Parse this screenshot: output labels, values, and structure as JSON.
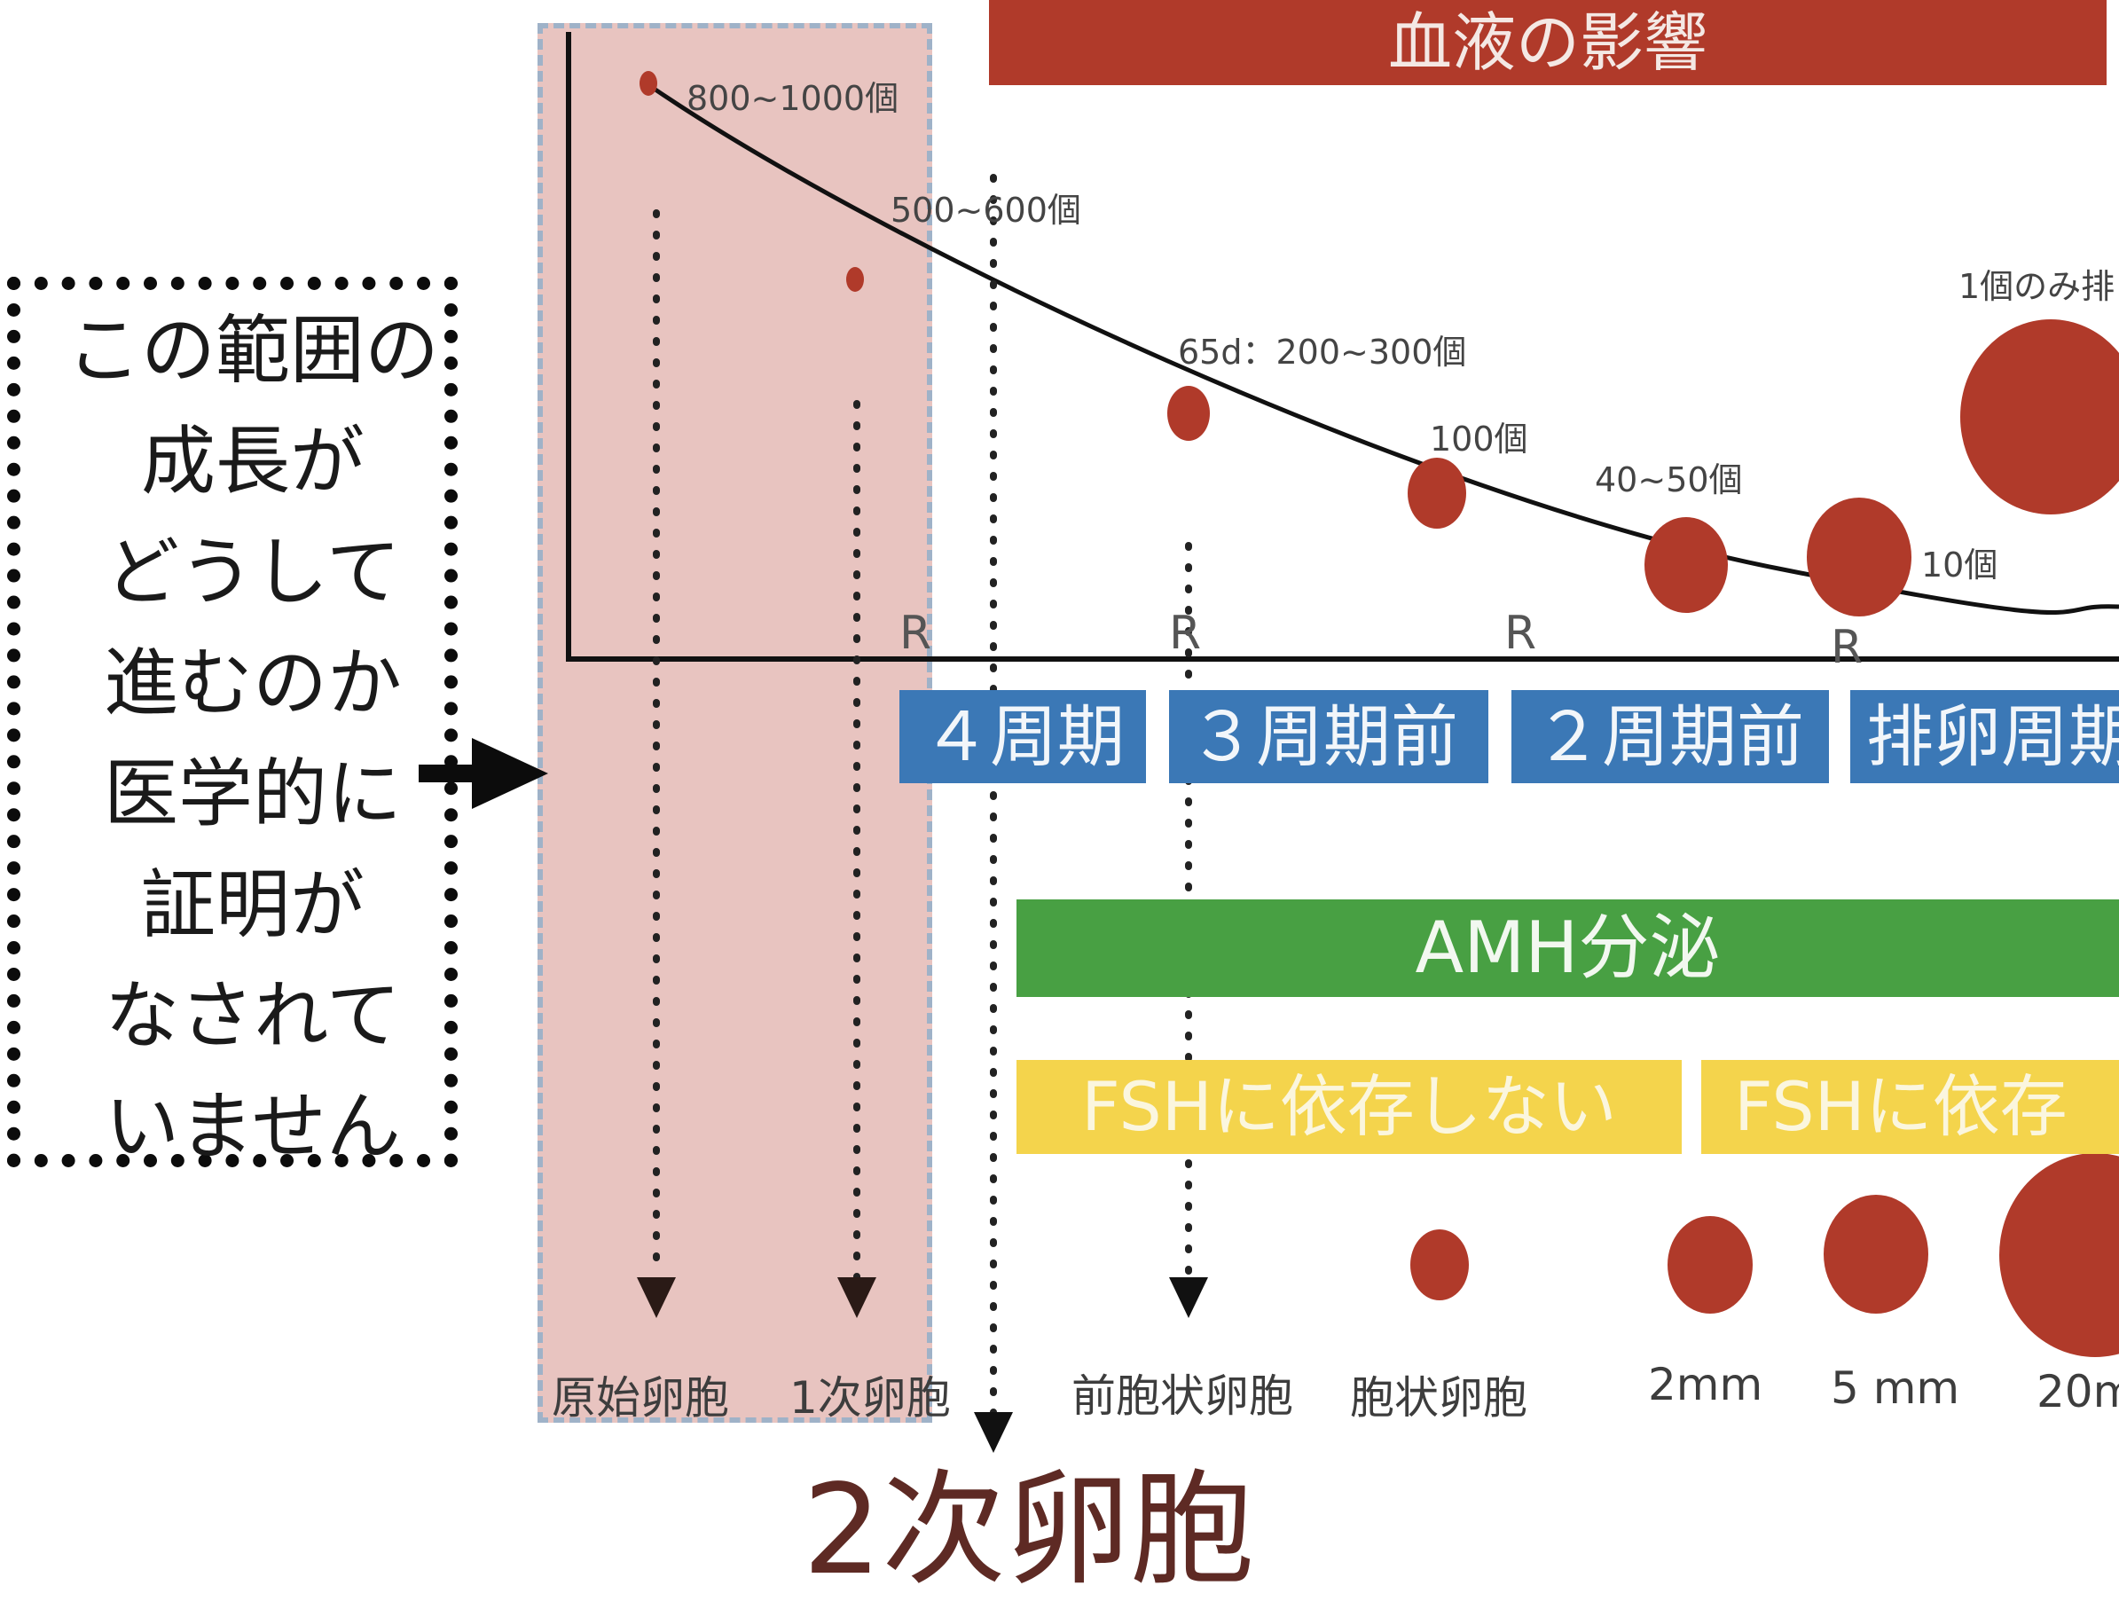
{
  "title": "血液の影響",
  "note": {
    "lines": [
      "この範囲の",
      "成長が",
      "どうして",
      "進むのか",
      "医学的に",
      "証明が",
      "なされて",
      "いません"
    ]
  },
  "counts": {
    "c800": "800~1000個",
    "c500": "500~600個",
    "c65d": "65d：200~300個",
    "c100": "100個",
    "c40": "40~50個",
    "c10": "10個",
    "c1": "1個のみ排"
  },
  "r_marker": "R",
  "phases": {
    "p4": "４周期",
    "p3": "３周期前",
    "p2": "２周期前",
    "pov": "排卵周期"
  },
  "amh": "AMH分泌",
  "fsh": {
    "independent": "FSHに依存しない",
    "dependent": "FSHに依存"
  },
  "stages": {
    "primordial": "原始卵胞",
    "primary": "1次卵胞",
    "preantral": "前胞状卵胞",
    "antral": "胞状卵胞",
    "s2mm": "2mm",
    "s5mm": "5 mm",
    "s20mm": "20m"
  },
  "secondary": "2次卵胞",
  "colors": {
    "banner": "#b03a2a",
    "follicle": "#b03a2a",
    "phase": "#3b78b6",
    "amh": "#48a043",
    "fsh": "#f4d44c",
    "highlight": "#e8c4c0"
  }
}
